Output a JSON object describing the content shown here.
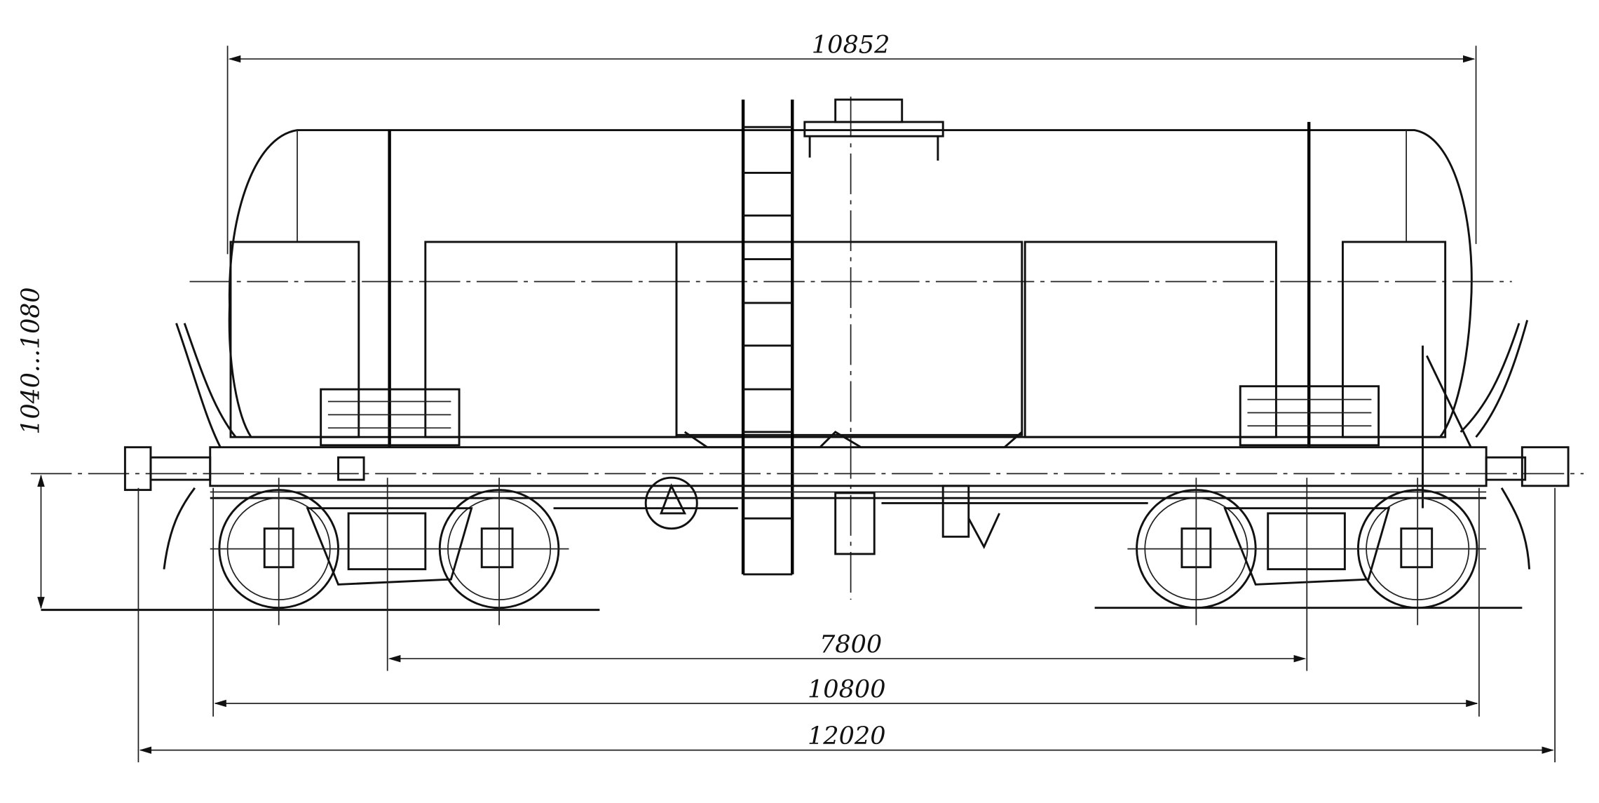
{
  "drawing": {
    "dimensions": {
      "tank_length": "10852",
      "height_range": "1040...1080",
      "bogie_centers": "7800",
      "frame_length": "10800",
      "coupler_length": "12020"
    }
  }
}
